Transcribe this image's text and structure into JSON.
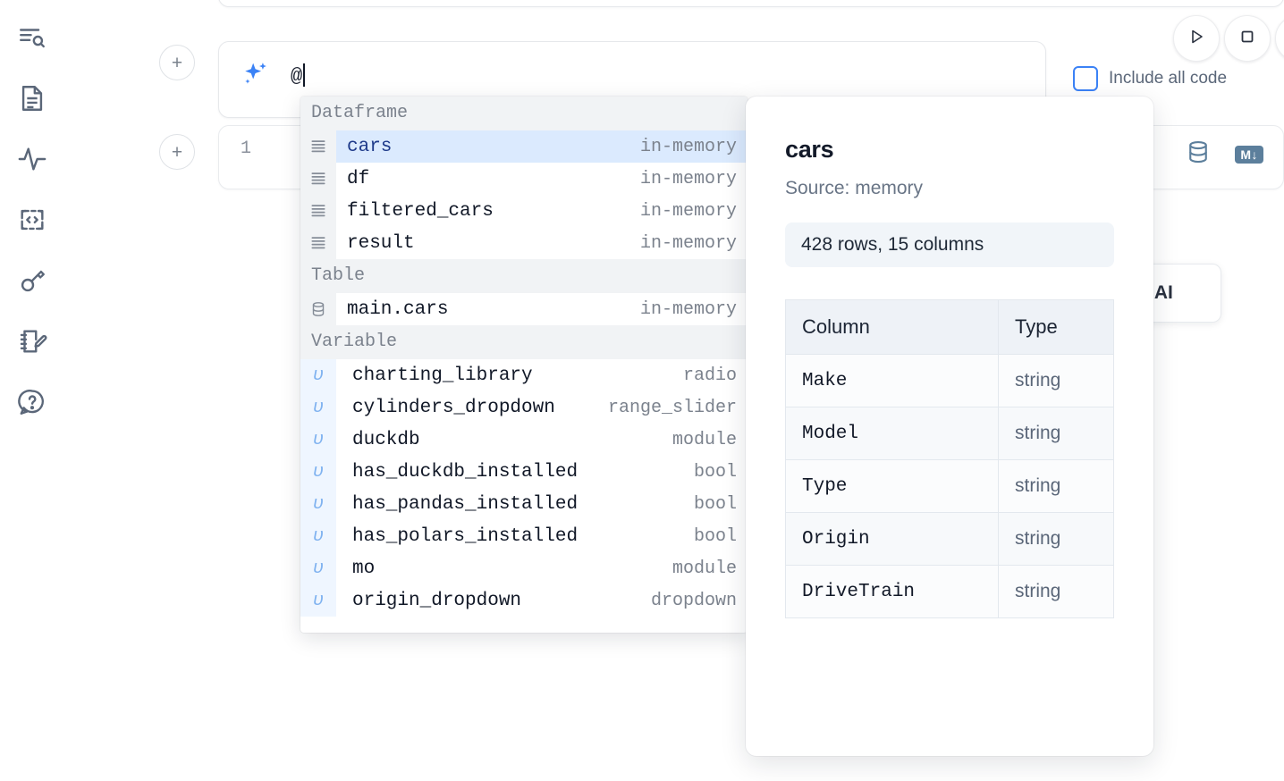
{
  "sidebar": {
    "items": [
      {
        "name": "explore-outline-icon",
        "label": "Outline"
      },
      {
        "name": "file-document-icon",
        "label": "Notebook file"
      },
      {
        "name": "activity-pulse-icon",
        "label": "Activity"
      },
      {
        "name": "code-snippet-icon",
        "label": "Snippets"
      },
      {
        "name": "key-secrets-icon",
        "label": "Secrets"
      },
      {
        "name": "notebook-edit-icon",
        "label": "Scratchpad"
      },
      {
        "name": "help-question-icon",
        "label": "Help"
      }
    ]
  },
  "toolbar": {
    "run_label": "Run",
    "stop_label": "Interrupt",
    "more_label": "More",
    "include_all_code_label": "Include all code",
    "include_all_code_checked": false
  },
  "ai_prompt": {
    "value": "@",
    "placeholder": "",
    "icon": "sparkle-icon",
    "add_cell_label": "+"
  },
  "code_cell": {
    "line_number": "1",
    "database_icon": "database-icon",
    "markdown_badge": "M↓",
    "add_cell_label": "+"
  },
  "tooltip": {
    "text": "h AI"
  },
  "autocomplete": {
    "groups": [
      {
        "title": "Dataframe",
        "icon": "dataframe-lines-icon",
        "kind": "dataframe",
        "items": [
          {
            "name": "cars",
            "detail": "in-memory",
            "selected": true
          },
          {
            "name": "df",
            "detail": "in-memory",
            "selected": false
          },
          {
            "name": "filtered_cars",
            "detail": "in-memory",
            "selected": false
          },
          {
            "name": "result",
            "detail": "in-memory",
            "selected": false
          }
        ]
      },
      {
        "title": "Table",
        "icon": "database-icon",
        "kind": "table",
        "items": [
          {
            "name": "main.cars",
            "detail": "in-memory",
            "selected": false
          }
        ]
      },
      {
        "title": "Variable",
        "icon": "variable-upsilon-icon",
        "kind": "variable",
        "items": [
          {
            "name": "charting_library",
            "detail": "radio",
            "selected": false
          },
          {
            "name": "cylinders_dropdown",
            "detail": "range_slider",
            "selected": false
          },
          {
            "name": "duckdb",
            "detail": "module",
            "selected": false
          },
          {
            "name": "has_duckdb_installed",
            "detail": "bool",
            "selected": false
          },
          {
            "name": "has_pandas_installed",
            "detail": "bool",
            "selected": false
          },
          {
            "name": "has_polars_installed",
            "detail": "bool",
            "selected": false
          },
          {
            "name": "mo",
            "detail": "module",
            "selected": false
          },
          {
            "name": "origin_dropdown",
            "detail": "dropdown",
            "selected": false
          }
        ]
      }
    ]
  },
  "detail_panel": {
    "title": "cars",
    "source": "Source: memory",
    "shape_badge": "428 rows, 15 columns",
    "columns_header": "Column",
    "type_header": "Type",
    "rows": [
      {
        "column": "Make",
        "type": "string"
      },
      {
        "column": "Model",
        "type": "string"
      },
      {
        "column": "Type",
        "type": "string"
      },
      {
        "column": "Origin",
        "type": "string"
      },
      {
        "column": "DriveTrain",
        "type": "string"
      }
    ]
  },
  "colors": {
    "accent_blue": "#3b82f6",
    "selection_blue": "#dbeafe",
    "slate_icon": "#5c7f9c",
    "muted_text": "#7b828d",
    "section_bg": "#f1f3f5"
  }
}
